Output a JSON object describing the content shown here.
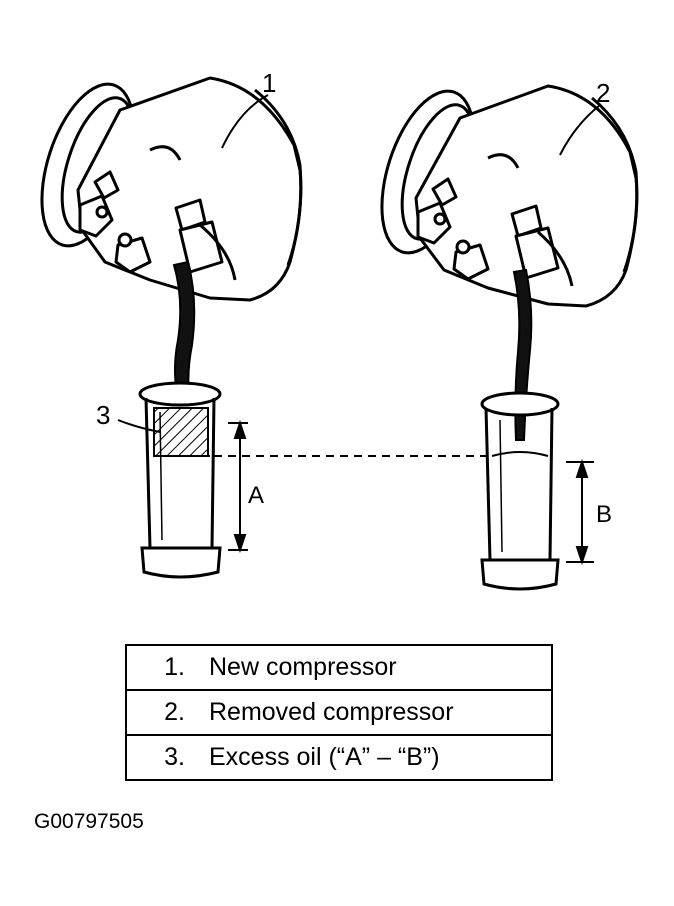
{
  "callouts": {
    "c1": "1",
    "c2": "2",
    "c3": "3"
  },
  "dimensions": {
    "a": "A",
    "b": "B"
  },
  "legend": [
    {
      "num": "1.",
      "text": "New compressor"
    },
    {
      "num": "2.",
      "text": "Removed compressor"
    },
    {
      "num": "3.",
      "text": "Excess oil (“A” – “B”)"
    }
  ],
  "figure_code": "G00797505"
}
